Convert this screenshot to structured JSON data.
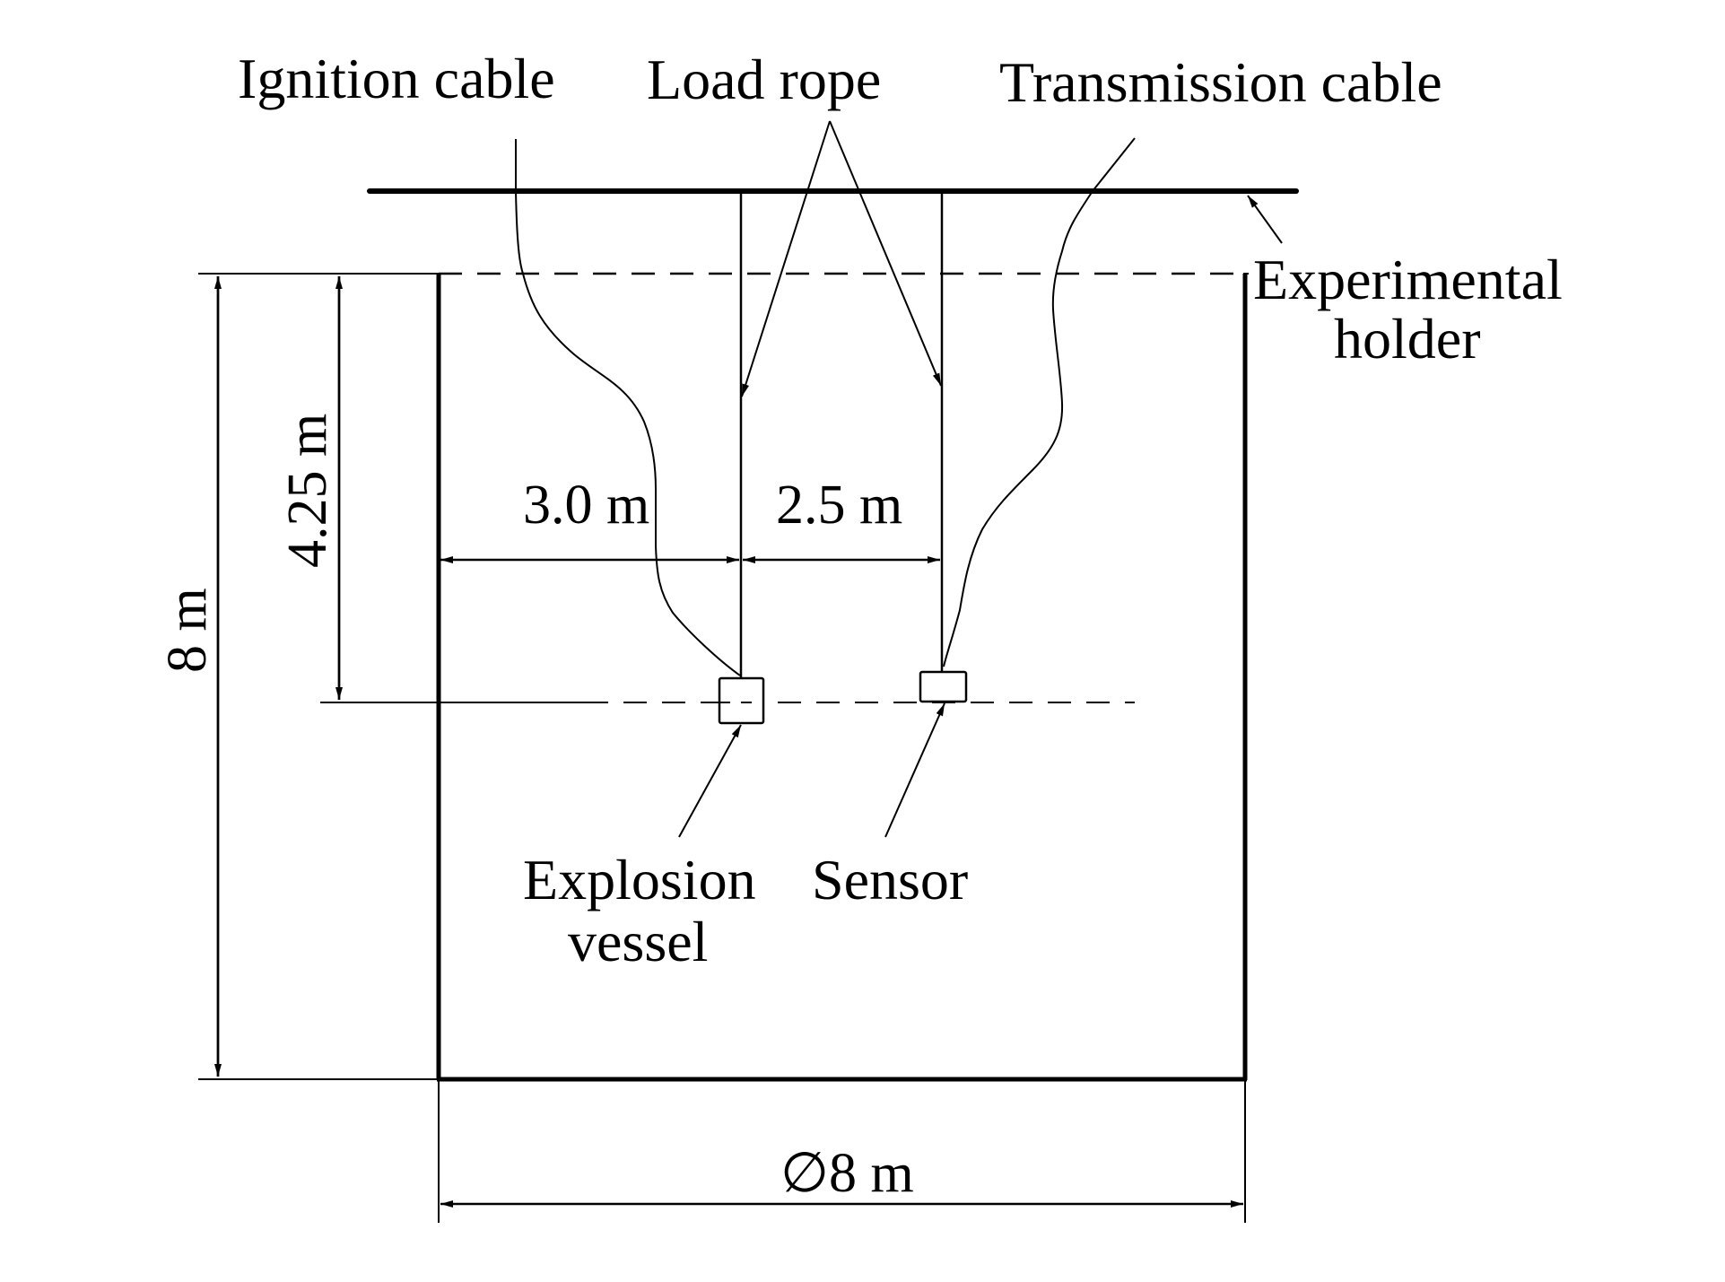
{
  "diagram": {
    "title": "Experimental setup schematic",
    "colors": {
      "line": "#000000",
      "background": "#ffffff"
    },
    "labels": {
      "ignition_cable": "Ignition cable",
      "load_rope": "Load rope",
      "transmission_cable": "Transmission cable",
      "experimental_holder_line1": "Experimental",
      "experimental_holder_line2": "holder",
      "explosion_vessel_line1": "Explosion",
      "explosion_vessel_line2": "vessel",
      "sensor": "Sensor"
    },
    "dimensions": {
      "tank_height": "8 m",
      "charge_depth": "4.25 m",
      "vessel_offset_from_wall": "3.0 m",
      "standoff_distance": "2.5 m",
      "tank_diameter": "∅8 m"
    },
    "values": {
      "tank_height_m": 8,
      "tank_diameter_m": 8,
      "charge_depth_m": 4.25,
      "vessel_offset_from_wall_m": 3.0,
      "standoff_distance_m": 2.5
    }
  }
}
